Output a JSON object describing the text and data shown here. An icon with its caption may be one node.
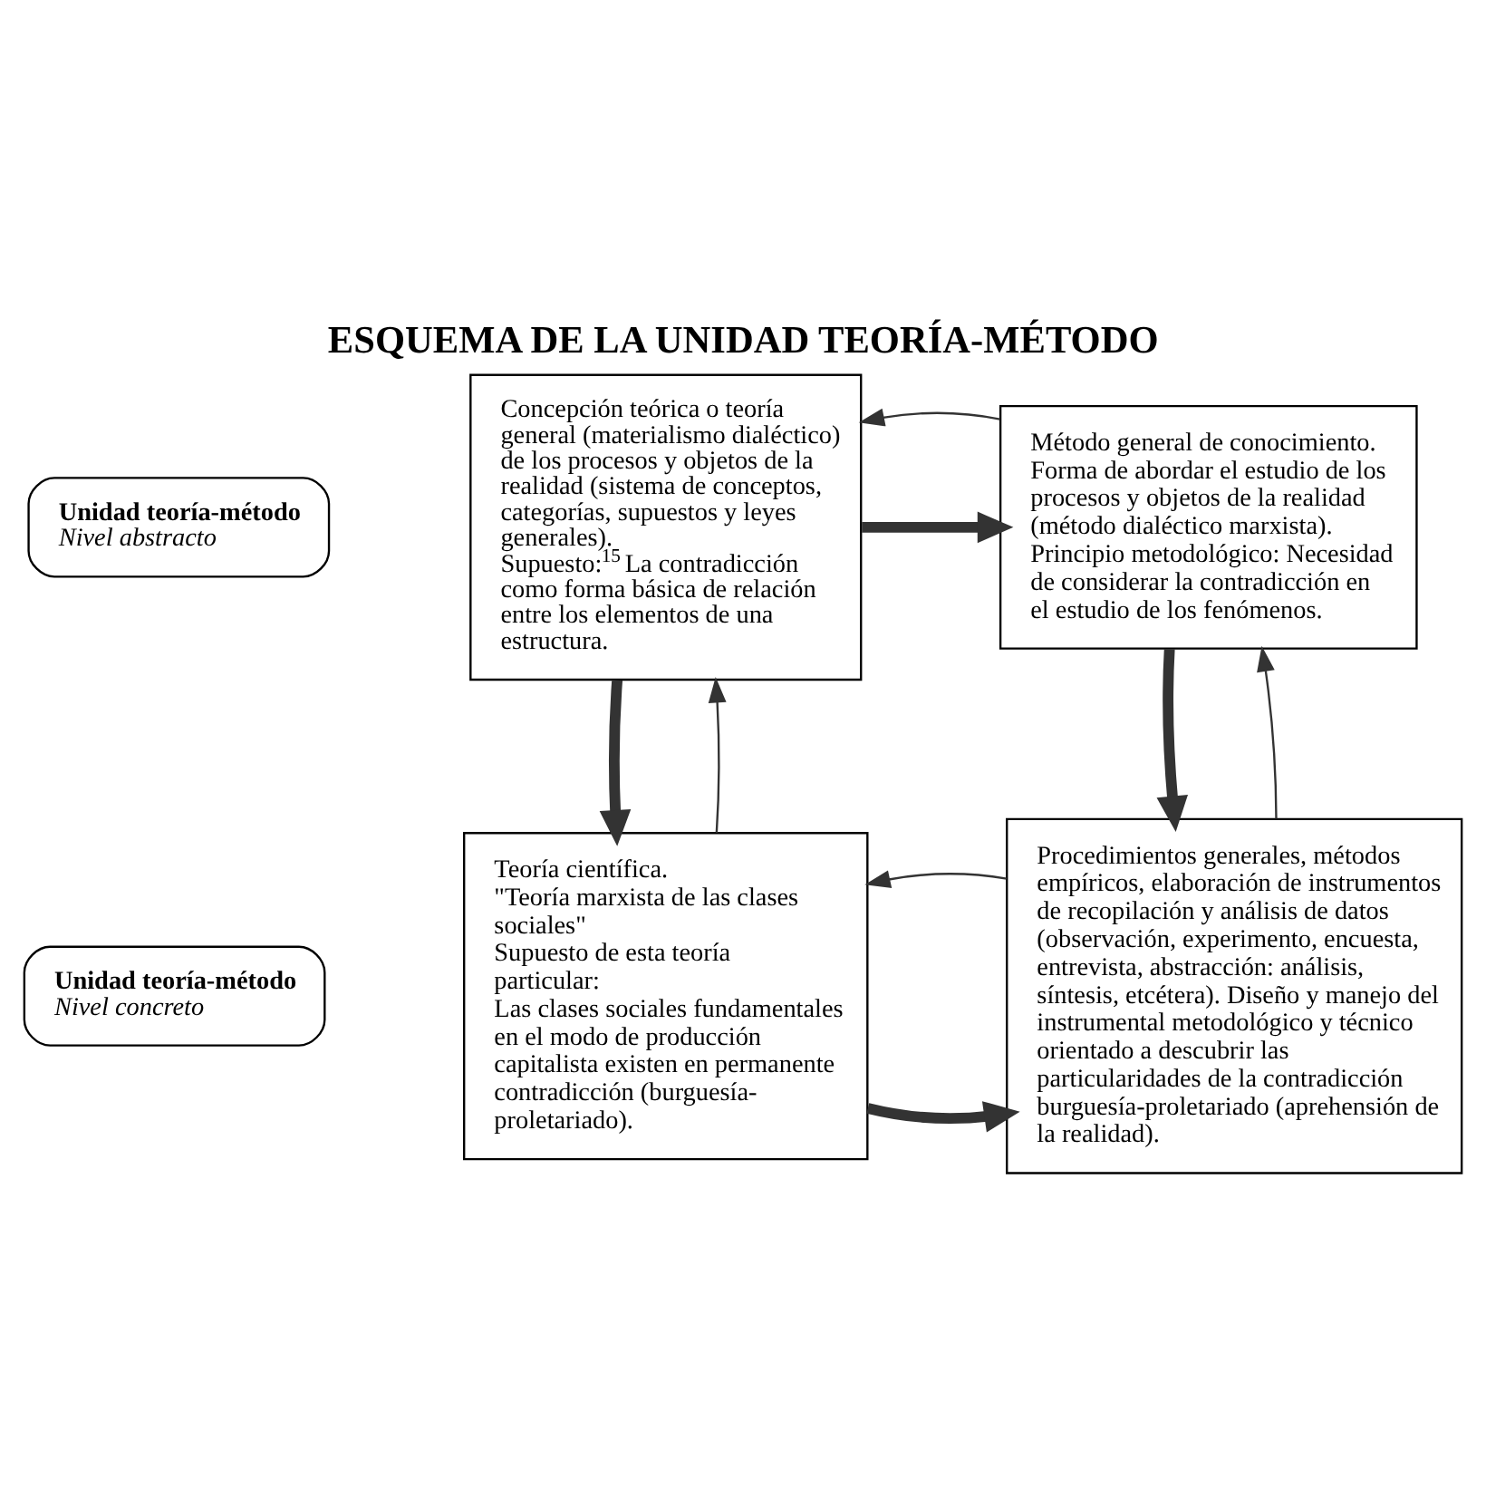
{
  "diagram": {
    "title": "ESQUEMA DE LA UNIDAD TEORÍA-MÉTODO",
    "nodes": [
      {
        "text": [
          "Concepción teórica o teoría general (materialismo dialéctico) de los procesos y objetos de la realidad (sistema de conceptos, categorías, supuestos y leyes generales).",
          "Supuesto:$^{15}$ La contradicción como forma básica de relación entre los elementos de una estructura."
        ]
      },
      {
        "text": [
          "Método general de conocimiento. Forma de abordar el estudio de los procesos y objetos de la realidad (método dialéctico marxista).",
          "Principio metodológico: Necesidad de considerar la contradicción en el estudio de los fenómenos."
        ]
      },
      {
        "text": [
          "Teoría científica.",
          "\"Teoría marxista de las clases sociales\"",
          "Supuesto de esta teoría particular:",
          "Las clases sociales fundamentales en el modo de producción capitalista existen en permanente contradicción (burguesía-proletariado)."
        ]
      },
      {
        "text": [
          "Procedimientos generales, métodos empíricos, elaboración de instrumentos de recopilación y análisis de datos (observación, experimento, encuesta, entrevista, abstracción: análisis, síntesis, etcétera). Diseño y manejo del instrumental metodológico y técnico orientado a descubrir las particularidades de la contradicción burguesía-proletariado (aprehensión de la realidad)."
        ]
      },
      {
        "text": [
          "Unidad teoría-método",
          "Nivel abstracto"
        ]
      },
      {
        "text": [
          "Unidad teoría-método",
          "Nivel concreto"
        ]
      }
    ],
    "edges": [
      {
        "from": 0,
        "to": 1,
        "arrow": "to",
        "style": "thick"
      },
      {
        "from": 1,
        "to": 0,
        "arrow": "to"
      },
      {
        "from": 0,
        "to": 2,
        "arrow": "to",
        "style": "thick"
      },
      {
        "from": 2,
        "to": 0,
        "arrow": "to"
      },
      {
        "from": 1,
        "to": 3,
        "arrow": "to",
        "style": "thick"
      },
      {
        "from": 3,
        "to": 1,
        "arrow": "to"
      },
      {
        "from": 2,
        "to": 3,
        "arrow": "to",
        "style": "thick"
      },
      {
        "from": 3,
        "to": 2,
        "arrow": "to"
      }
    ]
  }
}
